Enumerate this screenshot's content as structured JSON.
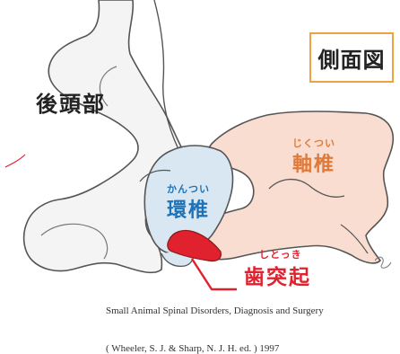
{
  "view_label": "側面図",
  "labels": {
    "occipital": "後頭部",
    "axis": {
      "reading": "じくつい",
      "name": "軸椎"
    },
    "atlas": {
      "reading": "かんつい",
      "name": "環椎"
    },
    "dens": {
      "reading": "しとっき",
      "name": "歯突起"
    }
  },
  "citation": {
    "line1": "Small Animal Spinal Disorders, Diagnosis and Surgery",
    "line2": "( Wheeler, S. J. & Sharp, N. J. H. ed. ) 1997"
  },
  "colors": {
    "outline": "#555555",
    "skull_fill": "#f4f4f4",
    "atlas_fill": "#d8e7f2",
    "axis_fill": "#f8ddd0",
    "dens_fill": "#e0222f",
    "box_border": "#f0a33a",
    "atlas_text": "#1e73b8",
    "axis_text": "#e07a3a",
    "dens_text": "#e0222f"
  }
}
